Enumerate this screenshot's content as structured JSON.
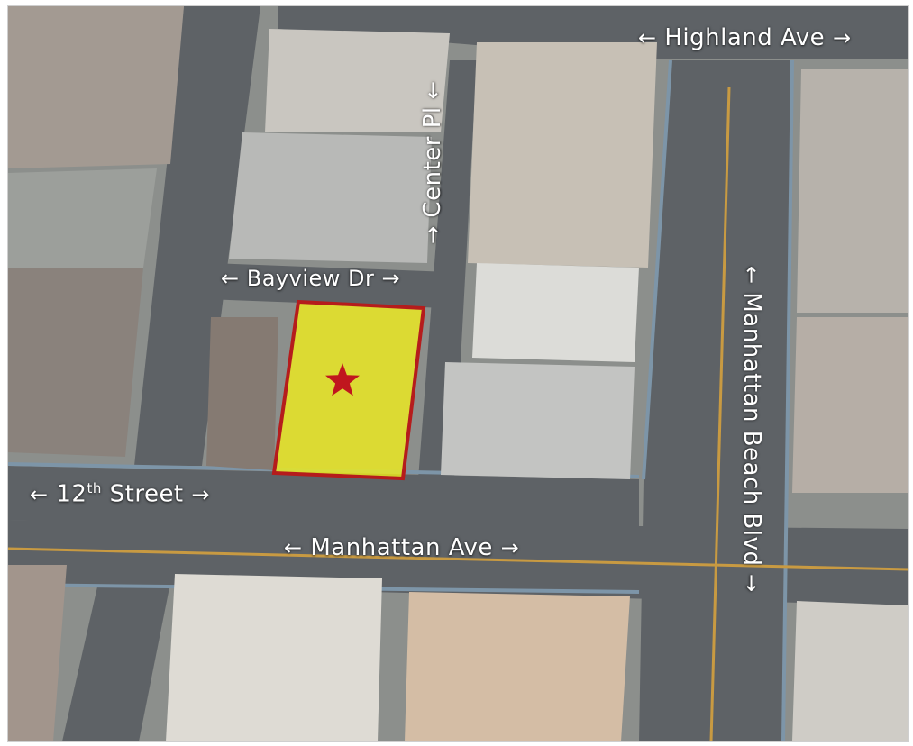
{
  "streets": {
    "highland": "Highland Ave",
    "center": "Center Pl",
    "bayview": "Bayview Dr",
    "twelfth_base": "12",
    "twelfth_sup": "th",
    "twelfth_word": "Street",
    "manhattan_ave": "Manhattan Ave",
    "manhattan_blvd": "Manhattan Beach Blvd"
  },
  "glyphs": {
    "left": "←",
    "right": "→",
    "up": "↑",
    "down": "↓"
  },
  "colors": {
    "site_fill": "#f2ef1a",
    "site_outline": "#b51c1c",
    "star": "#c0161e",
    "label_text": "#ffffff"
  },
  "icons": {
    "site_marker": "star-icon"
  }
}
